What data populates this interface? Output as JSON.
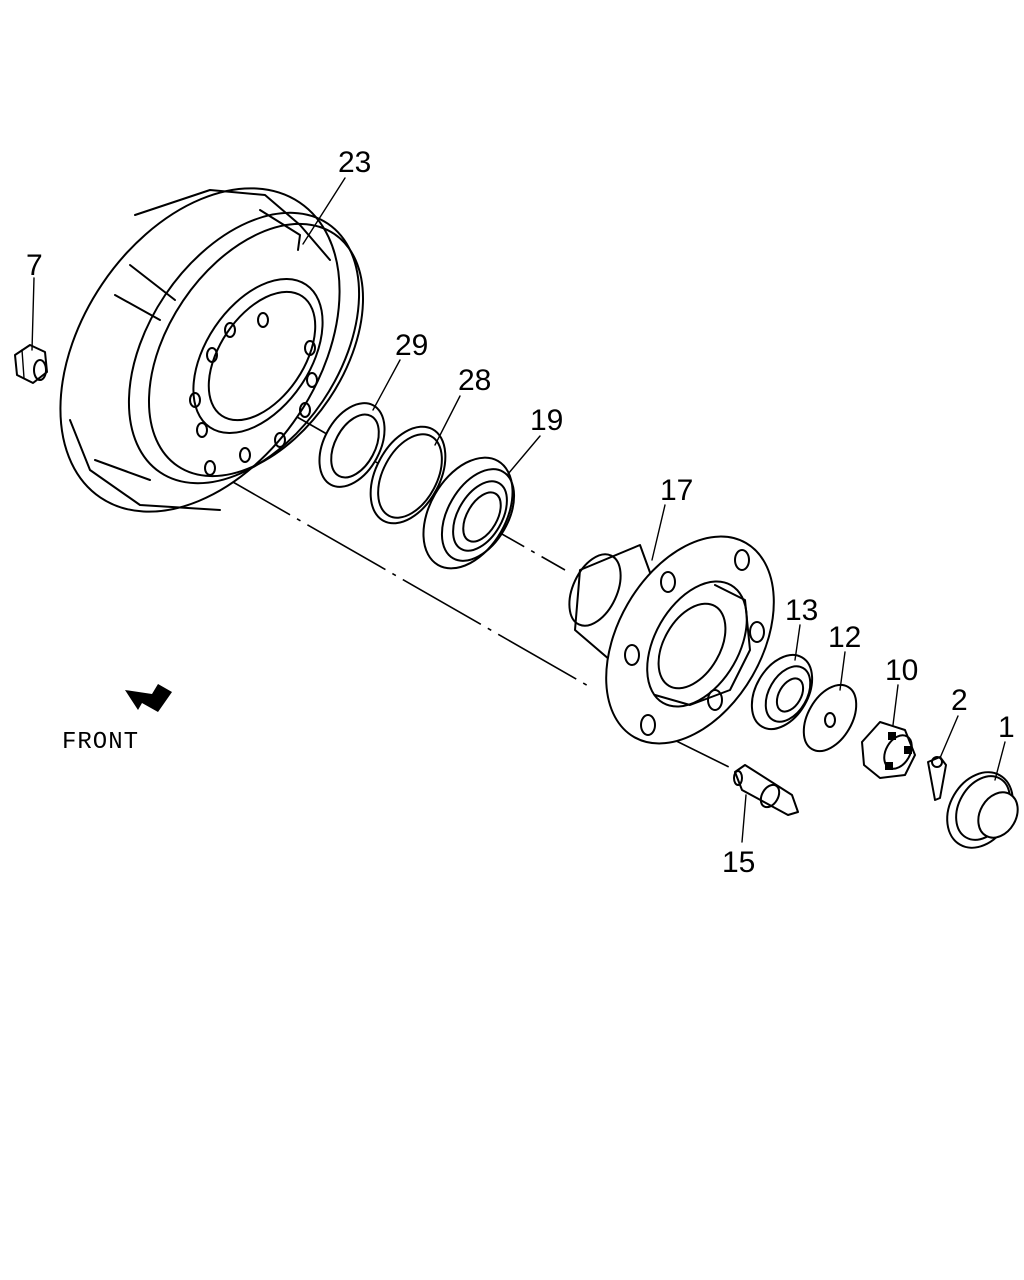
{
  "callouts": {
    "c1": "1",
    "c2": "2",
    "c7": "7",
    "c10": "10",
    "c12": "12",
    "c13": "13",
    "c15": "15",
    "c17": "17",
    "c19": "19",
    "c23": "23",
    "c28": "28",
    "c29": "29"
  },
  "front_label": "FRONT"
}
